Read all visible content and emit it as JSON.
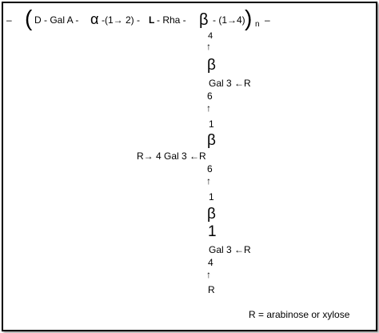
{
  "backbone": {
    "dash_left": "–",
    "open_paren": "(",
    "text_1": "D - Gal A -",
    "alpha": "α",
    "text_2": "-(1→ 2) -",
    "l_char": "L",
    "text_3": "- Rha -",
    "beta": "β",
    "text_4": "- (1→4)",
    "close_paren": ")",
    "subscript_n": "n",
    "dash_right": "–"
  },
  "chain": {
    "pos_4_top": "4",
    "arrow_1": "↑",
    "beta_1": "β",
    "gal_1": "Gal 3 ←R",
    "pos_6_a": "6",
    "arrow_2": "↑",
    "pos_1_a": "1",
    "beta_2": "β",
    "gal_2_left": "R→ 4 Gal 3 ←R",
    "pos_6_b": "6",
    "arrow_3": "↑",
    "pos_1_b": "1",
    "beta_3": "β",
    "one_bold": "1",
    "gal_3": "Gal 3 ←R",
    "pos_4_bottom": "4",
    "arrow_4": "↑",
    "r_bottom": "R"
  },
  "legend": "R = arabinose or xylose"
}
